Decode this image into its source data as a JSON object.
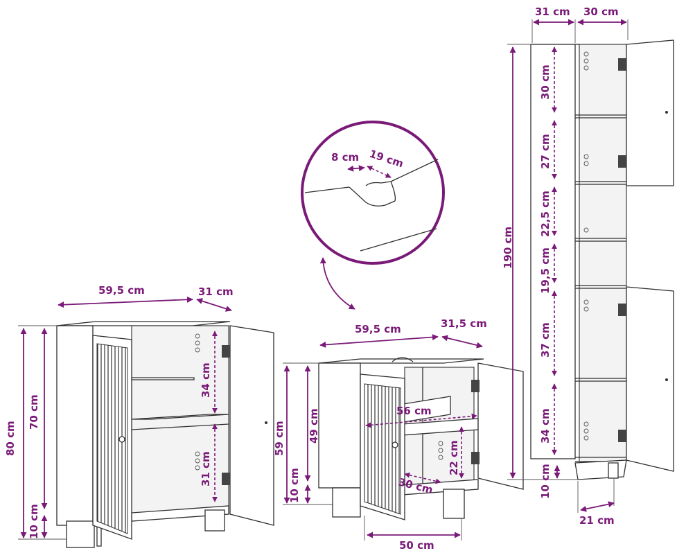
{
  "colors": {
    "dimension": "#7a1a78",
    "outline": "#2f2f2f",
    "panel": "#f3f3f3"
  },
  "labels": {
    "ls_width": "59,5 cm",
    "ls_depth": "31 cm",
    "ls_height_total": "80 cm",
    "ls_height_body": "70 cm",
    "ls_legs": "10 cm",
    "ls_upper_shelf": "34 cm",
    "ls_lower_shelf": "31 cm",
    "ls_door_height": "59 cm",
    "detail_notch_width": "8 cm",
    "detail_notch_depth": "19 cm",
    "sink_width": "59,5 cm",
    "sink_depth": "31,5 cm",
    "sink_door_height": "49 cm",
    "sink_legs": "10 cm",
    "sink_inner_width": "56 cm",
    "sink_inner_height": "22 cm",
    "sink_inner_depth": "30 cm",
    "sink_base_width": "50 cm",
    "tall_depth": "31 cm",
    "tall_width": "30 cm",
    "tall_height": "190 cm",
    "tall_shelf_1": "30 cm",
    "tall_shelf_2": "27 cm",
    "tall_shelf_3": "22,5 cm",
    "tall_shelf_4": "19,5 cm",
    "tall_shelf_5": "37 cm",
    "tall_shelf_6": "34 cm",
    "tall_legs": "10 cm",
    "tall_base_width": "21 cm"
  }
}
